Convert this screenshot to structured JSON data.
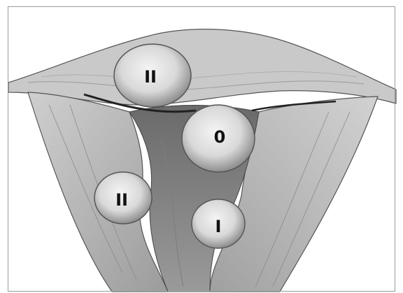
{
  "labels": {
    "subserosal": "II",
    "submucosal": "0",
    "intramural_left": "II",
    "intramural_right": "I"
  }
}
